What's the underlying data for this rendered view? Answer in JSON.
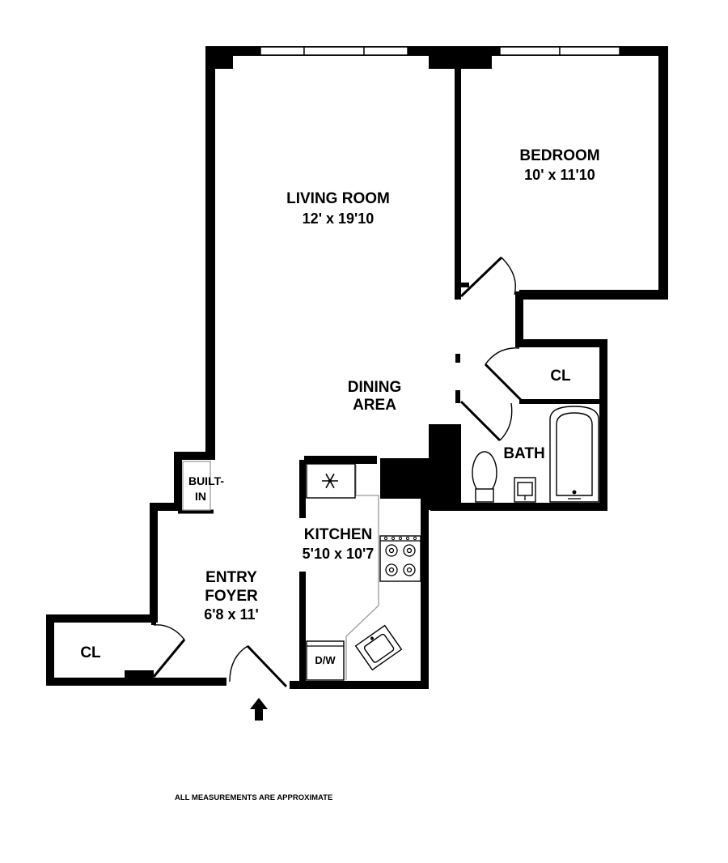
{
  "rooms": {
    "living_room": {
      "name": "LIVING ROOM",
      "size": "12' x 19'10"
    },
    "bedroom": {
      "name": "BEDROOM",
      "size": "10' x 11'10"
    },
    "dining": {
      "line1": "DINING",
      "line2": "AREA"
    },
    "closet_hall": "CL",
    "bath": "BATH",
    "built_in": {
      "line1": "BUILT-",
      "line2": "IN"
    },
    "kitchen": {
      "name": "KITCHEN",
      "size": "5'10 x 10'7"
    },
    "entry": {
      "line1": "ENTRY",
      "line2": "FOYER",
      "size": "6'8 x 11'"
    },
    "closet_entry": "CL",
    "dishwasher": "D/W"
  },
  "footer_note": "ALL MEASUREMENTS ARE APPROXIMATE",
  "colors": {
    "wall": "#000000",
    "fixture_line": "#9a9a9a",
    "background": "#ffffff"
  }
}
